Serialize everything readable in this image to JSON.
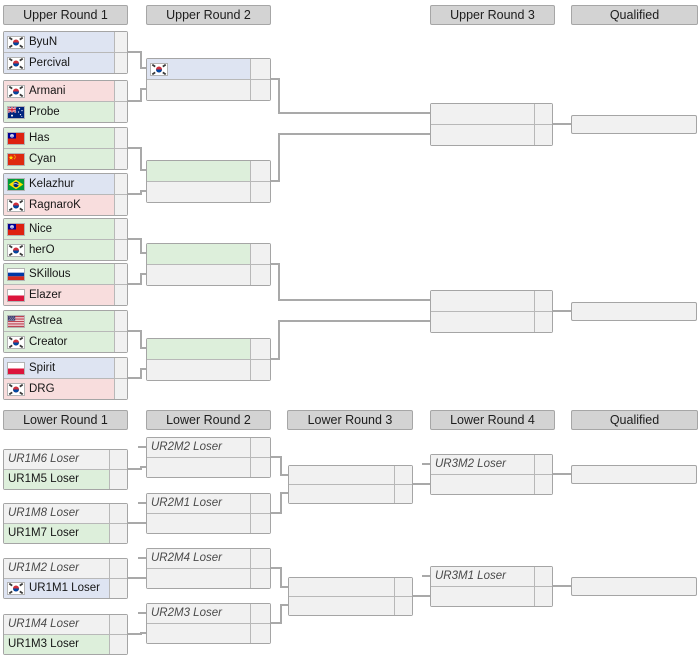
{
  "title": "Double Elimination Bracket",
  "colors": {
    "terran_bg": "#dee4f2",
    "protoss_bg": "#ddefdb",
    "zerg_bg": "#f8dddd",
    "empty_bg": "#f1f1f1",
    "header_bg": "#d3d3d3",
    "box_border": "#a5a5a5",
    "connector": "#a9a9a9"
  },
  "headers": {
    "upper": [
      "Upper Round 1",
      "Upper Round 2",
      "Upper Round 3",
      "Qualified"
    ],
    "lower": [
      "Lower Round 1",
      "Lower Round 2",
      "Lower Round 3",
      "Lower Round 4",
      "Qualified"
    ]
  },
  "upper_round1": [
    {
      "p1": {
        "name": "ByuN",
        "flag": "kr",
        "race": "terran"
      },
      "p2": {
        "name": "Percival",
        "flag": "kr",
        "race": "terran"
      }
    },
    {
      "p1": {
        "name": "Armani",
        "flag": "kr",
        "race": "zerg"
      },
      "p2": {
        "name": "Probe",
        "flag": "au",
        "race": "protoss"
      }
    },
    {
      "p1": {
        "name": "Has",
        "flag": "tw",
        "race": "protoss"
      },
      "p2": {
        "name": "Cyan",
        "flag": "cn",
        "race": "protoss"
      }
    },
    {
      "p1": {
        "name": "Kelazhur",
        "flag": "br",
        "race": "terran"
      },
      "p2": {
        "name": "RagnaroK",
        "flag": "kr",
        "race": "zerg"
      }
    },
    {
      "p1": {
        "name": "Nice",
        "flag": "tw",
        "race": "protoss"
      },
      "p2": {
        "name": "herO",
        "flag": "kr",
        "race": "protoss"
      }
    },
    {
      "p1": {
        "name": "SKillous",
        "flag": "ru",
        "race": "protoss"
      },
      "p2": {
        "name": "Elazer",
        "flag": "pl",
        "race": "zerg"
      }
    },
    {
      "p1": {
        "name": "Astrea",
        "flag": "us",
        "race": "protoss"
      },
      "p2": {
        "name": "Creator",
        "flag": "kr",
        "race": "protoss"
      }
    },
    {
      "p1": {
        "name": "Spirit",
        "flag": "pl",
        "race": "terran"
      },
      "p2": {
        "name": "DRG",
        "flag": "kr",
        "race": "zerg"
      }
    }
  ],
  "upper_round2": [
    {
      "p1": {
        "name": "",
        "flag": "kr",
        "race": "terran"
      },
      "p2": {
        "name": "",
        "flag": "",
        "race": ""
      }
    },
    {
      "p1": {
        "name": "",
        "flag": "",
        "race": "protoss"
      },
      "p2": {
        "name": "",
        "flag": "",
        "race": ""
      }
    },
    {
      "p1": {
        "name": "",
        "flag": "",
        "race": "protoss"
      },
      "p2": {
        "name": "",
        "flag": "",
        "race": ""
      }
    },
    {
      "p1": {
        "name": "",
        "flag": "",
        "race": "protoss"
      },
      "p2": {
        "name": "",
        "flag": "",
        "race": ""
      }
    }
  ],
  "upper_round3": [
    {
      "p1": {
        "name": "",
        "flag": "",
        "race": ""
      },
      "p2": {
        "name": "",
        "flag": "",
        "race": ""
      }
    },
    {
      "p1": {
        "name": "",
        "flag": "",
        "race": ""
      },
      "p2": {
        "name": "",
        "flag": "",
        "race": ""
      }
    }
  ],
  "upper_qualified": [
    "",
    ""
  ],
  "lower_round1": [
    {
      "p1": {
        "name": "UR1M6 Loser",
        "flag": "",
        "race": "",
        "tbd": true
      },
      "p2": {
        "name": "UR1M5 Loser",
        "flag": "",
        "race": "protoss"
      }
    },
    {
      "p1": {
        "name": "UR1M8 Loser",
        "flag": "",
        "race": "",
        "tbd": true
      },
      "p2": {
        "name": "UR1M7 Loser",
        "flag": "",
        "race": "protoss"
      }
    },
    {
      "p1": {
        "name": "UR1M2 Loser",
        "flag": "",
        "race": "",
        "tbd": true
      },
      "p2": {
        "name": "UR1M1 Loser",
        "flag": "kr",
        "race": "terran"
      }
    },
    {
      "p1": {
        "name": "UR1M4 Loser",
        "flag": "",
        "race": "",
        "tbd": true
      },
      "p2": {
        "name": "UR1M3 Loser",
        "flag": "",
        "race": "protoss"
      }
    }
  ],
  "lower_round2": [
    {
      "p1": {
        "name": "UR2M2 Loser",
        "flag": "",
        "race": "",
        "tbd": true
      },
      "p2": {
        "name": "",
        "flag": "",
        "race": ""
      }
    },
    {
      "p1": {
        "name": "UR2M1 Loser",
        "flag": "",
        "race": "",
        "tbd": true
      },
      "p2": {
        "name": "",
        "flag": "",
        "race": ""
      }
    },
    {
      "p1": {
        "name": "UR2M4 Loser",
        "flag": "",
        "race": "",
        "tbd": true
      },
      "p2": {
        "name": "",
        "flag": "",
        "race": ""
      }
    },
    {
      "p1": {
        "name": "UR2M3 Loser",
        "flag": "",
        "race": "",
        "tbd": true
      },
      "p2": {
        "name": "",
        "flag": "",
        "race": ""
      }
    }
  ],
  "lower_round3": [
    {
      "p1": {
        "name": "",
        "flag": "",
        "race": ""
      },
      "p2": {
        "name": "",
        "flag": "",
        "race": ""
      }
    },
    {
      "p1": {
        "name": "",
        "flag": "",
        "race": ""
      },
      "p2": {
        "name": "",
        "flag": "",
        "race": ""
      }
    }
  ],
  "lower_round4": [
    {
      "p1": {
        "name": "UR3M2 Loser",
        "flag": "",
        "race": "",
        "tbd": true
      },
      "p2": {
        "name": "",
        "flag": "",
        "race": ""
      }
    },
    {
      "p1": {
        "name": "UR3M1 Loser",
        "flag": "",
        "race": "",
        "tbd": true
      },
      "p2": {
        "name": "",
        "flag": "",
        "race": ""
      }
    }
  ],
  "lower_qualified": [
    "",
    ""
  ]
}
